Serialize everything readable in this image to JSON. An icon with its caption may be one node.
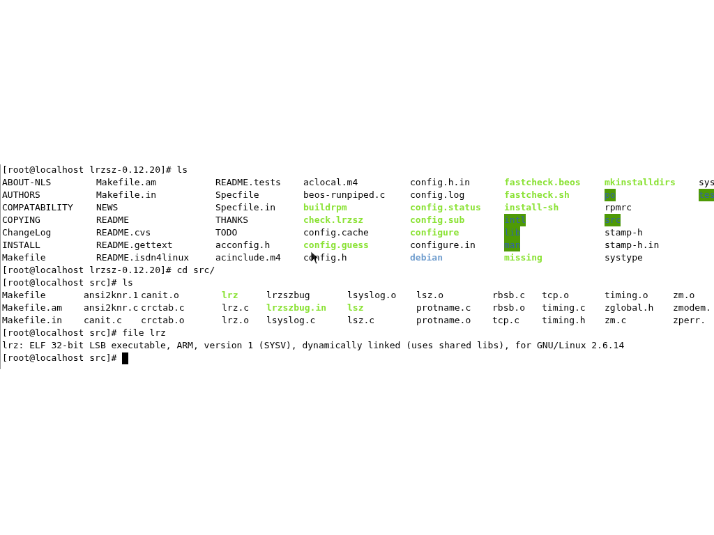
{
  "diagram": {
    "labels": [
      "[root@localhost lrzsz-0.12.20]# ls",
      "ABOUT-NLS",
      "Makefile.am",
      "README.tests",
      "aclocal.m4",
      "config.h.in",
      "fastcheck.beos",
      "mkinstalldirs",
      "sys",
      "AUTHORS",
      "Makefile.in",
      "Specfile",
      "beos-runpiped.c",
      "config.log",
      "fastcheck.sh",
      "po",
      "tes",
      "COMPATABILITY",
      "NEWS",
      "Specfile.in",
      "buildrpm",
      "config.status",
      "install-sh",
      "rpmrc",
      "COPYING",
      "README",
      "THANKS",
      "check.lrzsz",
      "config.sub",
      "intl",
      "src",
      "ChangeLog",
      "README.cvs",
      "TODO",
      "config.cache",
      "configure",
      "lib",
      "stamp-h",
      "INSTALL",
      "README.gettext",
      "acconfig.h",
      "config.guess",
      "configure.in",
      "man",
      "stamp-h.in",
      "Makefile",
      "README.isdn4linux",
      "acinclude.m4",
      "config.h",
      "debian",
      "missing",
      "systype",
      "[root@localhost lrzsz-0.12.20]# cd src/",
      "[root@localhost src]# ls",
      "Makefile",
      "ansi2knr.1",
      "canit.o",
      "lrz",
      "lrzszbug",
      "lsyslog.o",
      "lsz.o",
      "rbsb.c",
      "tcp.o",
      "timing.o",
      "zm.o",
      "Makefile.am",
      "ansi2knr.c",
      "crctab.c",
      "lrz.c",
      "lrzszbug.in",
      "lsz",
      "protname.c",
      "rbsb.o",
      "timing.c",
      "zglobal.h",
      "zmodem.",
      "Makefile.in",
      "canit.c",
      "crctab.o",
      "lrz.o",
      "lsyslog.c",
      "lsz.c",
      "protname.o",
      "tcp.c",
      "timing.h",
      "zm.c",
      "zperr.",
      "[root@localhost src]# file lrz",
      "lrz: ELF 32-bit LSB executable, ARM, version 1 (SYSV), dynamically linked (uses shared libs), for GNU/Linux 2.6.14",
      "[root@localhost src]#"
    ]
  }
}
